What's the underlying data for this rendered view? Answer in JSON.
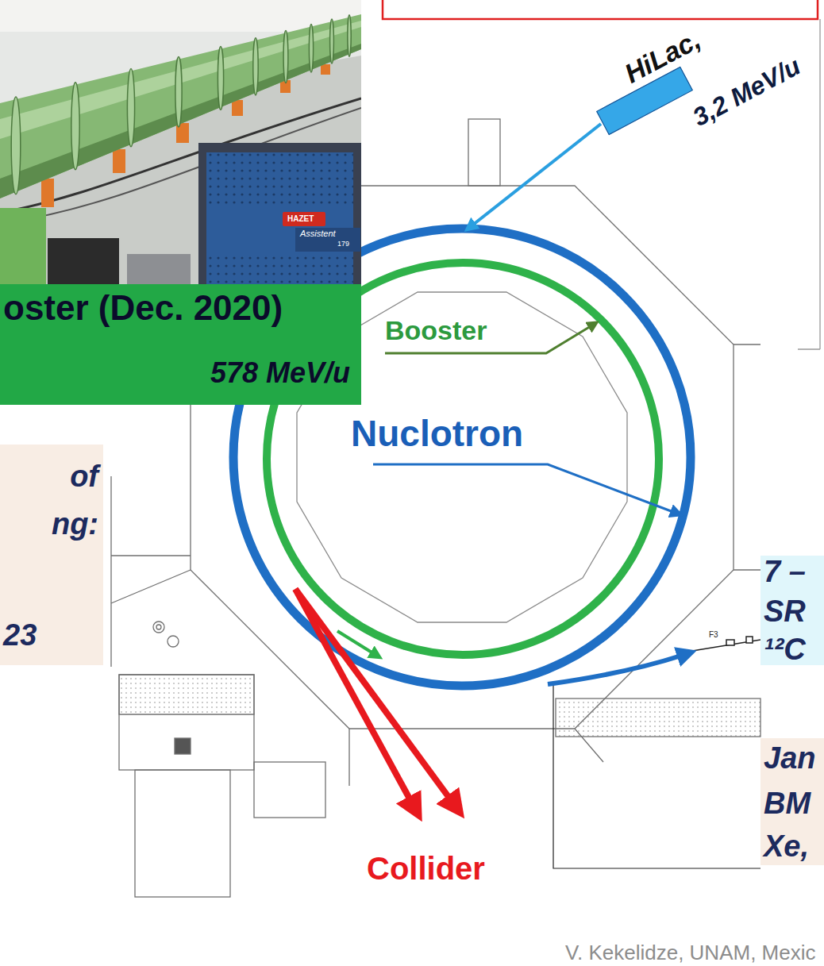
{
  "diagram": {
    "nodes": [
      {
        "text": [
          "HiLac,",
          "3,2 MeV/u"
        ]
      },
      {
        "text": [
          "oster (Dec. 2020)",
          "578 MeV/u"
        ]
      },
      {
        "text": [
          "of",
          "ng:",
          "23"
        ]
      },
      {
        "text": [
          "7 –",
          "SR",
          "¹²C"
        ]
      },
      {
        "text": [
          "Jan",
          "BM",
          "Xe,"
        ]
      }
    ],
    "labels": [
      "HAZET",
      "Assistent",
      "179",
      "Booster",
      "Nuclotron",
      "F3",
      "Collider",
      "V. Kekelidze, UNAM, Mexic"
    ]
  }
}
